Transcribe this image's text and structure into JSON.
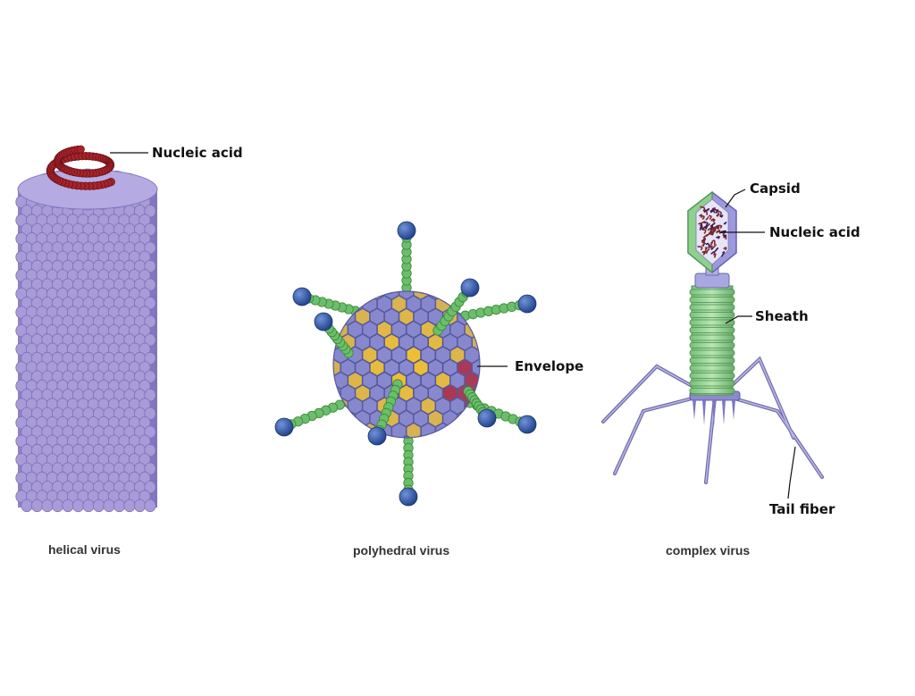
{
  "labels": {
    "helical_nucleic_acid": "Nucleic acid",
    "envelope": "Envelope",
    "capsid": "Capsid",
    "complex_nucleic_acid": "Nucleic acid",
    "sheath": "Sheath",
    "tail_fiber": "Tail fiber"
  },
  "captions": {
    "helical": "helical virus",
    "polyhedral": "polyhedral virus",
    "complex": "complex virus"
  },
  "colors": {
    "helical_body": "#9b8fd0",
    "helical_scale": "#a99bd8",
    "nucleic_acid": "#a8242a",
    "capsomere_blue": "#8a8ad0",
    "capsomere_yellow": "#f2c230",
    "capsomere_red": "#b5283a",
    "spike_green": "#6cbf6a",
    "spike_knob": "#2f5aa8",
    "phage_green": "#8fd08f",
    "phage_purple": "#9a98d6"
  }
}
